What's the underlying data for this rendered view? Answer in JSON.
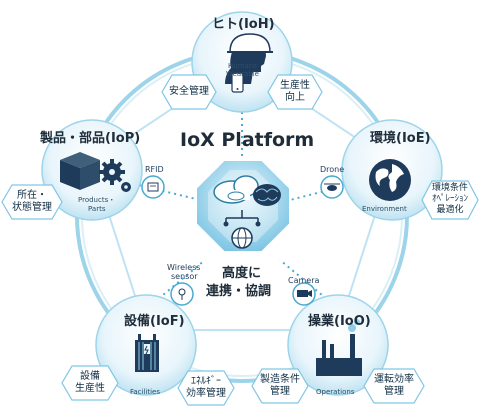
{
  "platform_title": "IoX Platform",
  "center_caption": [
    "高度に",
    "連携・協調"
  ],
  "nodes": [
    {
      "title": "ヒト(IoH)",
      "sub": [
        "Humans",
        "Wearable"
      ]
    },
    {
      "title": "製品・部品(IoP)",
      "sub": [
        "Products・",
        "Parts"
      ]
    },
    {
      "title": "環境(IoE)",
      "sub": [
        "Environment"
      ]
    },
    {
      "title": "設備(IoF)",
      "sub": [
        "Facilities"
      ]
    },
    {
      "title": "操業(IoO)",
      "sub": [
        "Operations"
      ]
    }
  ],
  "benefits": [
    [
      "安全管理"
    ],
    [
      "生産性",
      "向上"
    ],
    [
      "所在・",
      "状態管理"
    ],
    [
      "環境条件",
      "ｵﾍﾟﾚｰｼｮﾝ",
      "最適化"
    ],
    [
      "設備",
      "生産性"
    ],
    [
      "ｴﾈﾙｷﾞｰ",
      "効率管理"
    ],
    [
      "製造条件",
      "管理"
    ],
    [
      "運転効率",
      "管理"
    ]
  ],
  "connectors": [
    "RFID",
    "Drone",
    "Wireless",
    "sensor",
    "Camera"
  ],
  "colors": {
    "navy": "#1f3b5c",
    "light_blue": "#dff0f8",
    "mid_blue": "#8fcde6",
    "accent": "#4aa9cf"
  },
  "icons": [
    "helmet-head-icon",
    "smartphone-icon",
    "box-icon",
    "gears-icon",
    "globe-icon",
    "transformer-icon",
    "factory-icon",
    "cloud-icon",
    "brain-icon",
    "network-icon",
    "rfid-icon",
    "drone-icon",
    "sensor-icon",
    "camera-icon"
  ]
}
